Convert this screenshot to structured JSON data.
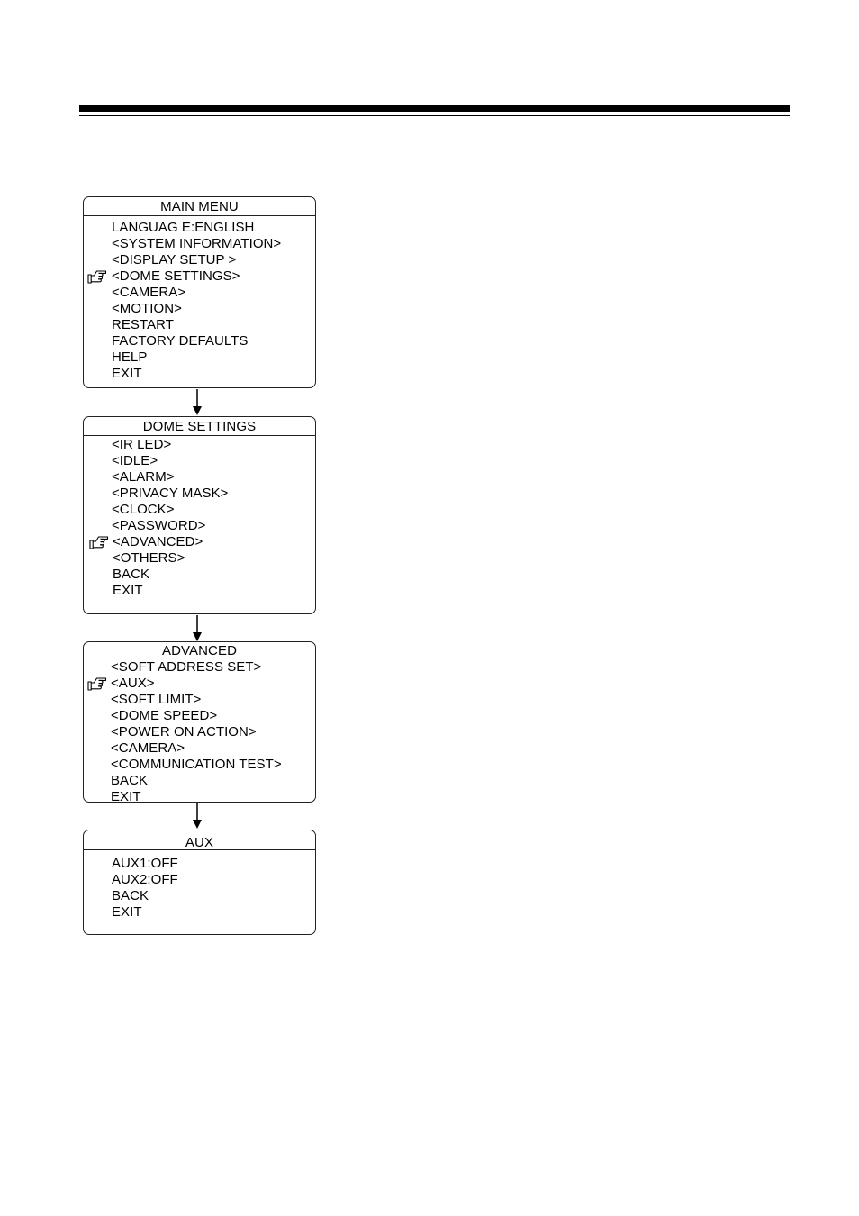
{
  "menus": [
    {
      "title": "MAIN MENU",
      "selected_index": 3,
      "items": [
        "LANGUAG E:ENGLISH",
        "<SYSTEM INFORMATION>",
        "<DISPLAY SETUP >",
        "<DOME SETTINGS>",
        "<CAMERA>",
        "<MOTION>",
        "RESTART",
        "FACTORY DEFAULTS",
        "HELP",
        "EXIT"
      ]
    },
    {
      "title": "DOME SETTINGS",
      "selected_index": 6,
      "items": [
        "<IR LED>",
        "<IDLE>",
        "<ALARM>",
        "<PRIVACY MASK>",
        "<CLOCK>",
        "<PASSWORD>",
        "<ADVANCED>",
        "<OTHERS>",
        "BACK",
        "EXIT"
      ]
    },
    {
      "title": "ADVANCED",
      "selected_index": 1,
      "items": [
        "<SOFT ADDRESS SET>",
        "<AUX>",
        "<SOFT LIMIT>",
        "<DOME SPEED>",
        "<POWER ON ACTION>",
        "<CAMERA>",
        "<COMMUNICATION TEST>",
        "BACK",
        "EXIT"
      ]
    },
    {
      "title": "AUX",
      "selected_index": -1,
      "items": [
        "AUX1:OFF",
        "AUX2:OFF",
        "BACK",
        "EXIT"
      ]
    }
  ]
}
